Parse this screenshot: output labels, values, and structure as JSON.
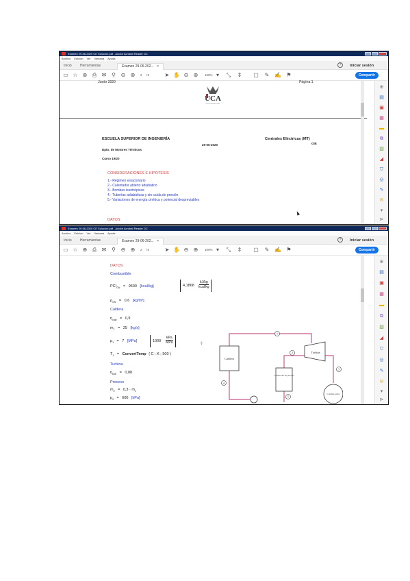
{
  "window": {
    "title": "Examen 29-06-2020 CE Solucion.pdf - Adobe Acrobat Reader DC",
    "menu": [
      "Archivo",
      "Edición",
      "Ver",
      "Ventana",
      "Ayuda"
    ],
    "tabs": {
      "home": "Inicio",
      "tools": "Herramientas",
      "document": "Examen 29-06-202..."
    },
    "tab_close": "×",
    "sign_in": "Iniciar sesión",
    "help": "?",
    "share": "Compartir"
  },
  "toolbar": {
    "page_current": "2",
    "page_total": "/ 6",
    "zoom": "100%"
  },
  "icons": {
    "colors": {
      "title_bar": "#0f2a5a",
      "share_button": "#1473e6",
      "accent_red": "#d9302c",
      "text_blue": "#2a3cc0",
      "heading_red": "#c94545"
    }
  },
  "page1": {
    "header_cut_left": "Junio 2020",
    "header_cut_right": "Página 1",
    "logo_letters": "UCA",
    "logo_sub": "Universidad de Cádiz",
    "school": "ESCUELA SUPERIOR DE INGENIERÍA",
    "subject": "Centrales Eléctricas (MT)",
    "date": "29-06-2020",
    "degree": "GIE",
    "department": "Dpto. de Motores Térmicos",
    "course": "Curso 19/20",
    "considerations_title": "CONSIDERACIONES E HIPÓTESIS",
    "considerations": [
      "1.- Régimen estacionario",
      "2.- Calentador abierto adiabático",
      "3.- Bombas isentrópicas",
      "4.- Tuberías adiabáticas y sin caída de presión",
      "5.- Variaciones de energía cinética y potencial despreciables"
    ],
    "datos_title": "DATOS"
  },
  "page2": {
    "datos_title": "DATOS",
    "combustible": "Combustible",
    "pci_label": "PCI",
    "pci_sub": "GN",
    "pci_value": "9500",
    "pci_unit": "[kcal/kg]",
    "pci_factor": "4,1868",
    "pci_frac_num": "kJ/kg",
    "pci_frac_den": "kcal/kg",
    "rho_label": "ρ",
    "rho_sub": "GN",
    "rho_value": "0,6",
    "rho_unit": "[kg/m³]",
    "caldera": "Caldera",
    "eta_cald_label": "η",
    "eta_cald_sub": "cald",
    "eta_cald_value": "0,9",
    "m1_label": "ṁ",
    "m1_sub": "1",
    "m1_value": "25",
    "m1_unit": "[kg/s]",
    "p1_label": "p",
    "p1_sub": "1",
    "p1_value": "7",
    "p1_unit": "[MPa]",
    "p1_factor": "1000",
    "p1_frac_num": "kPa",
    "p1_frac_den": "MPa",
    "t1_label": "T",
    "t1_sub": "1",
    "t1_func": "ConvertTemp",
    "t1_args": "( C ; K ; 500 )",
    "turbina": "Turbina",
    "eta_turb_label": "η",
    "eta_turb_sub": "turb",
    "eta_turb_value": "0,88",
    "proceso": "Proceso",
    "m2_label": "ṁ",
    "m2_sub": "2",
    "m2_expr": "0,3 · ṁ",
    "m2_expr_sub": "1",
    "p2_label": "p",
    "p2_sub": "2",
    "p2_value": "600",
    "p2_unit": "[kPa]",
    "equals": "=",
    "diagram": {
      "boiler": "Caldera",
      "turbine": "Turbina",
      "heater": "Calenta-dor de proceso",
      "condenser": "Conden-sador",
      "states": [
        "1",
        "2",
        "3",
        "4",
        "5"
      ]
    }
  }
}
